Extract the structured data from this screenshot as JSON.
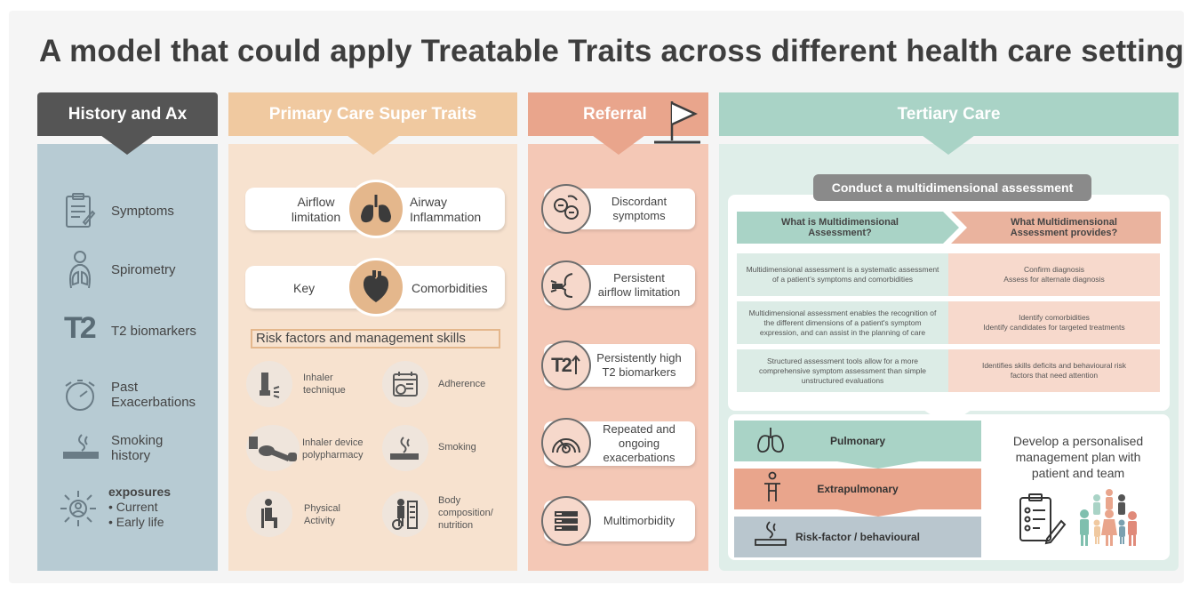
{
  "title": "A model that could apply Treatable Traits across different health care setting",
  "colors": {
    "history": "#555555",
    "history_body": "#b7cbd3",
    "primary": "#f0c9a0",
    "primary_body": "#f7e2cf",
    "referral": "#e9a58c",
    "referral_body": "#f4c8b6",
    "tertiary": "#a9d3c6",
    "tertiary_body": "#dfeee9"
  },
  "history": {
    "header": "History and Ax",
    "items": [
      {
        "label": "Symptoms",
        "icon": "clipboard-icon"
      },
      {
        "label": "Spirometry",
        "icon": "lungs-person-icon"
      },
      {
        "label": "T2 biomarkers",
        "icon": "t2-icon",
        "glyph": "T2"
      },
      {
        "label_line1": "Past",
        "label_line2": "Exacerbations",
        "icon": "stopwatch-icon"
      },
      {
        "label_line1": "Smoking",
        "label_line2": "history",
        "icon": "cigarette-icon"
      },
      {
        "title": "exposures",
        "b1": "• Current",
        "b2": "• Early life",
        "icon": "exposure-person-icon"
      }
    ]
  },
  "primary": {
    "header": "Primary Care Super Traits",
    "airflow_line1": "Airflow",
    "airflow_line2": "limitation",
    "airway_line1": "Airway",
    "airway_line2": "Inflammation",
    "key": "Key",
    "comorbidities": "Comorbidities",
    "risk_title": "Risk factors and management skills",
    "risk_items": [
      {
        "l1": "Inhaler",
        "l2": "technique",
        "icon": "inhaler-icon"
      },
      {
        "l1": "Adherence",
        "l2": "",
        "icon": "calendar-icon"
      },
      {
        "l1": "Inhaler device",
        "l2": "polypharmacy",
        "icon": "inhaler-devices-icon"
      },
      {
        "l1": "Smoking",
        "l2": "",
        "icon": "cigarette-icon"
      },
      {
        "l1": "Physical",
        "l2": "Activity",
        "icon": "seated-person-icon"
      },
      {
        "l1": "Body",
        "l2": "composition/",
        "l3": "nutrition",
        "icon": "scale-person-icon"
      }
    ]
  },
  "referral": {
    "header": "Referral",
    "items": [
      {
        "l1": "Discordant",
        "l2": "symptoms",
        "l3": "",
        "icon": "discordant-icon"
      },
      {
        "l1": "Persistent",
        "l2": "airflow limitation",
        "l3": "",
        "icon": "airflow-person-icon"
      },
      {
        "l1": "Persistently high",
        "l2": "T2 biomarkers",
        "l3": "",
        "icon": "t2-up-icon",
        "glyph": "T2"
      },
      {
        "l1": "Repeated and",
        "l2": "ongoing",
        "l3": "exacerbations",
        "icon": "gauge-icon"
      },
      {
        "l1": "Multimorbidity",
        "l2": "",
        "l3": "",
        "icon": "list-icon"
      }
    ]
  },
  "tertiary": {
    "header": "Tertiary Care",
    "assessment_title": "Conduct a multidimensional assessment",
    "col1_head_l1": "What is Multidimensional",
    "col1_head_l2": "Assessment?",
    "col2_head_l1": "What Multidimensional",
    "col2_head_l2": "Assessment provides?",
    "rows": [
      {
        "left": "Multidimensional assessment  is a systematic assessment of a patient’s symptoms and comorbidities",
        "right_l1": "Confirm diagnosis",
        "right_l2": "Assess for alternate diagnosis"
      },
      {
        "left": "Multidimensional assessment enables the recognition of the different dimensions of a patient's symptom expression, and can assist in the planning of care",
        "right_l1": "Identify comorbidities",
        "right_l2": "Identify candidates for targeted treatments"
      },
      {
        "left": "Structured assessment tools allow for a more comprehensive symptom assessment than simple unstructured evaluations",
        "right_l1": "Identifies skills deficits and behavioural risk",
        "right_l2": "factors that need attention"
      }
    ],
    "domains": [
      {
        "label": "Pulmonary",
        "icon": "lungs-icon"
      },
      {
        "label": "Extrapulmonary",
        "icon": "person-icon"
      },
      {
        "label": "Risk-factor / behavioural",
        "icon": "cigarette-icon"
      }
    ],
    "plan_l1": "Develop a personalised",
    "plan_l2": "management plan with",
    "plan_l3": "patient and team"
  }
}
